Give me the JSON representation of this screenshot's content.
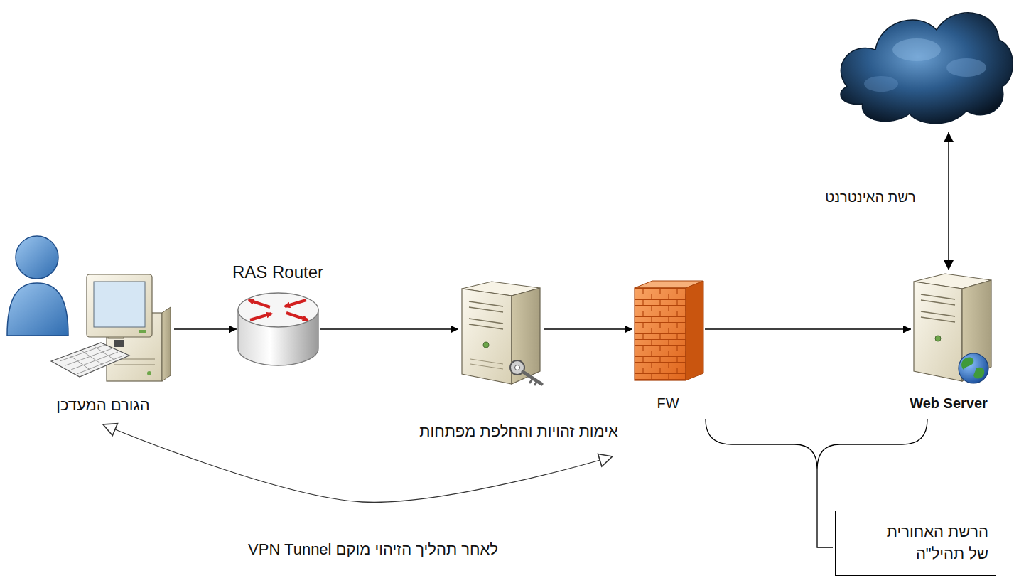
{
  "diagram": {
    "nodes": [
      {
        "text": [
          "הגורם המעדכן"
        ]
      },
      {
        "text": [
          "RAS Router"
        ]
      },
      {
        "text": [
          "אימות זהויות והחלפת מפתחות"
        ]
      },
      {
        "text": [
          "FW"
        ]
      },
      {
        "text": [
          "Web Server"
        ]
      },
      {
        "text": [
          "הרשת האחורית של תהיל\"ה"
        ]
      }
    ],
    "edges": [
      {
        "from": 0,
        "to": 1,
        "arrow": "to"
      },
      {
        "from": 1,
        "to": 2,
        "arrow": "to"
      },
      {
        "from": 2,
        "to": 3,
        "arrow": "to"
      },
      {
        "from": 3,
        "to": 4,
        "arrow": "to"
      },
      {
        "from": 0,
        "to": 2,
        "label": "לאחר תהליך הזיהוי מוקם VPN Tunnel",
        "arrow": "both"
      }
    ],
    "labels": [
      "רשת האינטרנט"
    ]
  }
}
